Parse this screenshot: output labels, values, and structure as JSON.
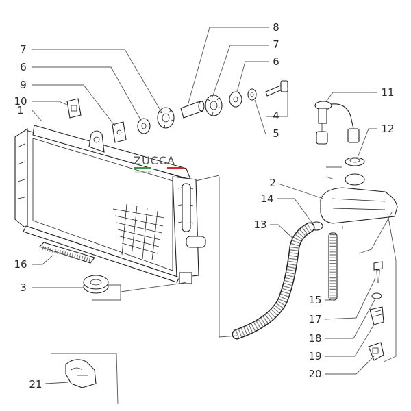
{
  "watermark": {
    "title": "ZUCCA",
    "subtitle": "Ricambi auto",
    "flag_colors": [
      "#3a9a3a",
      "#ffffff",
      "#d22a2a"
    ]
  },
  "callouts": [
    {
      "id": "c1",
      "text": "1"
    },
    {
      "id": "c2",
      "text": "2"
    },
    {
      "id": "c3",
      "text": "3"
    },
    {
      "id": "c4",
      "text": "4"
    },
    {
      "id": "c5",
      "text": "5"
    },
    {
      "id": "c6a",
      "text": "6"
    },
    {
      "id": "c6b",
      "text": "6"
    },
    {
      "id": "c7a",
      "text": "7"
    },
    {
      "id": "c7b",
      "text": "7"
    },
    {
      "id": "c8",
      "text": "8"
    },
    {
      "id": "c9",
      "text": "9"
    },
    {
      "id": "c10",
      "text": "10"
    },
    {
      "id": "c11",
      "text": "11"
    },
    {
      "id": "c12",
      "text": "12"
    },
    {
      "id": "c13",
      "text": "13"
    },
    {
      "id": "c14",
      "text": "14"
    },
    {
      "id": "c15",
      "text": "15"
    },
    {
      "id": "c16",
      "text": "16"
    },
    {
      "id": "c17",
      "text": "17"
    },
    {
      "id": "c18",
      "text": "18"
    },
    {
      "id": "c19",
      "text": "19"
    },
    {
      "id": "c20",
      "text": "20"
    },
    {
      "id": "c21",
      "text": "21"
    }
  ]
}
